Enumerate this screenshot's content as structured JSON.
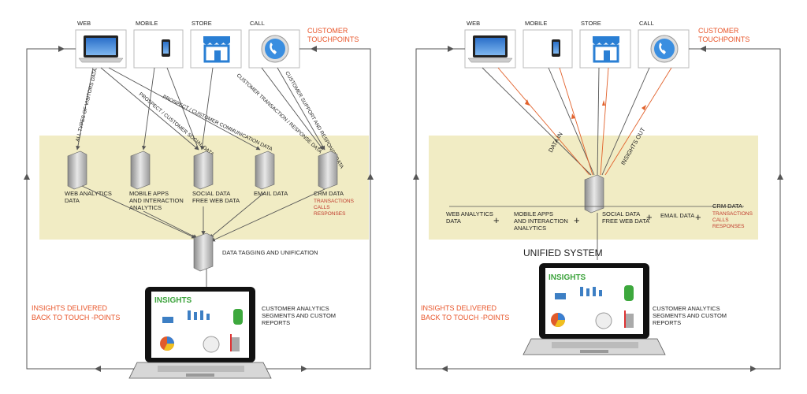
{
  "touchpoints": {
    "web": "WEB",
    "mobile": "MOBILE",
    "store": "STORE",
    "call": "CALL",
    "title_line1": "CUSTOMER",
    "title_line2": "TOUCHPOINTS"
  },
  "flows_left": {
    "visitors": "ALL TYPES OF VISITORS DATA",
    "social": "PROSPECT / CUSTOMER SOCIAL DATA",
    "communication": "PROSPECT / CUSTOMER COMMUNICATION DATA",
    "transaction": "CUSTOMER TRANSACTION / RESPONSE DATA",
    "support": "CUSTOMER SUPPORT AND RESPONSE DATA"
  },
  "sources": {
    "web_line1": "WEB ANALYTICS",
    "web_line2": "DATA",
    "mobile_line1": "MOBILE APPS",
    "mobile_line2": "AND INTERACTION",
    "mobile_line3": "ANALYTICS",
    "social_line1": "SOCIAL DATA",
    "social_line2": "FREE WEB DATA",
    "email": "EMAIL DATA",
    "crm": "CRM DATA",
    "crm_red1": "TRANSACTIONS",
    "crm_red2": "CALLS",
    "crm_red3": "RESPONSES"
  },
  "hub": {
    "tagging": "DATA TAGGING AND UNIFICATION",
    "data_in": "DATA IN",
    "insights_out": "INSIGHTS OUT",
    "unified": "UNIFIED SYSTEM",
    "plus": "+"
  },
  "delivery": {
    "line1": "INSIGHTS DELIVERED",
    "line2": "BACK TO TOUCH -POINTS"
  },
  "reports": {
    "line1": "CUSTOMER ANALYTICS",
    "line2": "SEGMENTS AND CUSTOM",
    "line3": "REPORTS"
  },
  "screen": {
    "title": "INSIGHTS"
  },
  "colors": {
    "band": "#f1ecc4",
    "accent": "#e8552a",
    "arrow_out": "#e2622c",
    "line": "#555555",
    "bar_blue": "#3d7fc4"
  },
  "icons": [
    "laptop-icon",
    "phone-icon",
    "store-icon",
    "call-icon",
    "server-icon"
  ]
}
